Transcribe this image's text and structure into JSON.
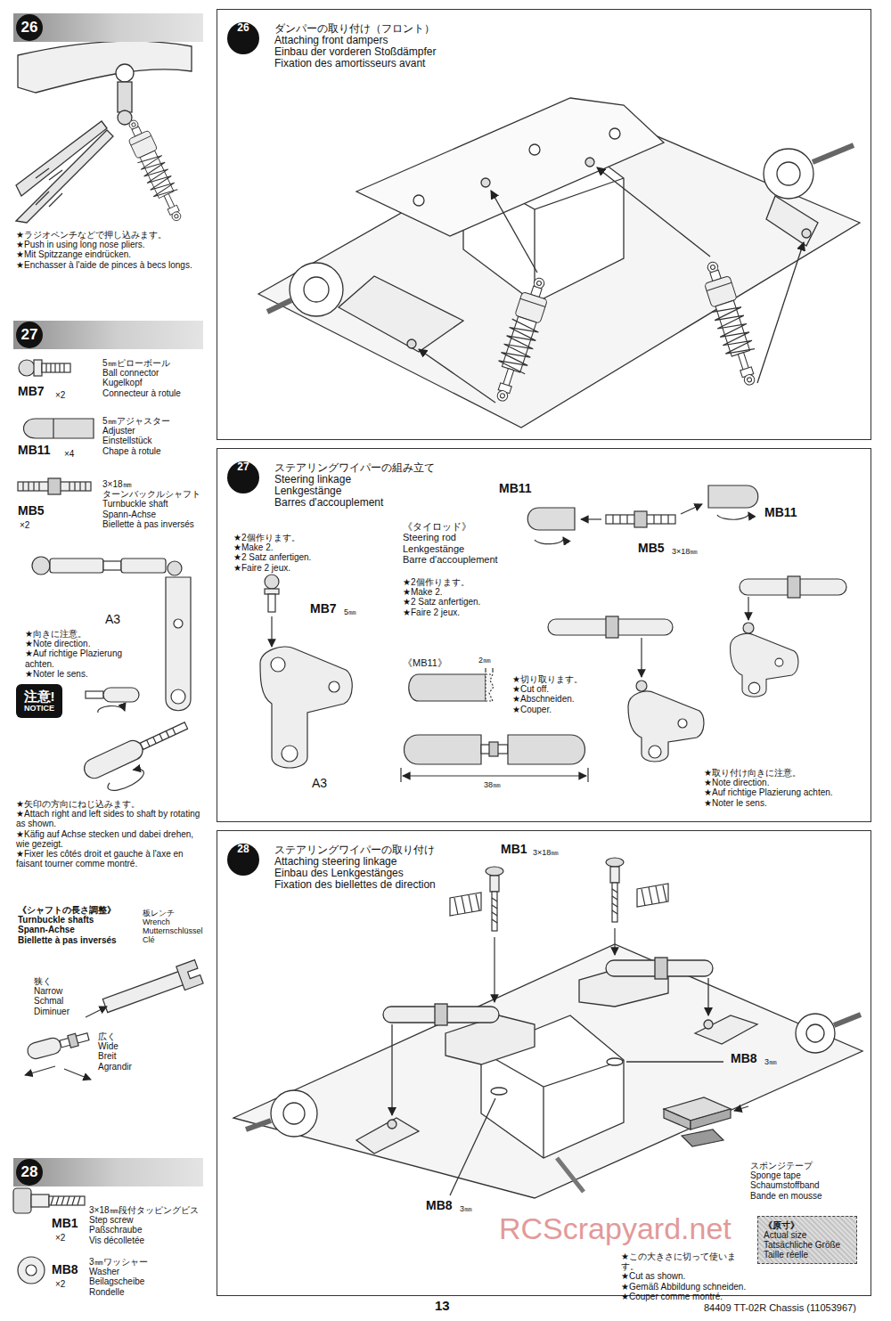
{
  "diagram": {
    "nodes": [
      {
        "text": [
          "26"
        ]
      },
      {
        "text": [
          "26",
          "ダンパーの取り付け（フロント）",
          "Attaching front dampers",
          "Einbau der vorderen Stoßdämpfer",
          "Fixation des amortisseurs avant"
        ]
      },
      {
        "text": [
          "27"
        ]
      },
      {
        "text": [
          "注意!",
          "NOTICE"
        ]
      },
      {
        "text": [
          "28"
        ]
      },
      {
        "text": [
          "27",
          "ステアリングワイパーの組み立て",
          "Steering linkage",
          "Lenkgestänge",
          "Barres d'accouplement"
        ]
      },
      {
        "text": [
          "28",
          "ステアリングワイパーの取り付け",
          "Attaching steering linkage",
          "Einbau des Lenkgestänges",
          "Fixation des biellettes de direction"
        ]
      },
      {
        "text": [
          "《原寸》",
          "Actual size",
          "Tatsächliche Größe",
          "Taille réelle"
        ],
        "in": 6
      }
    ],
    "labels": [
      "★ラジオペンチなどで押し込みます。",
      "★Push in using long nose pliers.",
      "★Mit Spitzzange eindrücken.",
      "★Enchasser à l'aide de pinces à becs longs.",
      "MB7",
      "×2",
      "5㎜ピローボール",
      "Ball connector",
      "Kugelkopf",
      "Connecteur à rotule",
      "MB11",
      "×4",
      "5㎜アジャスター",
      "Adjuster",
      "Einstellstück",
      "Chape à rotule",
      "MB5",
      "×2",
      "3×18㎜",
      "ターンバックルシャフト",
      "Turnbuckle shaft",
      "Spann-Achse",
      "Biellette à pas inversés",
      "A3",
      "★向きに注意。",
      "★Note direction.",
      "★Auf richtige Plazierung achten.",
      "★Noter le sens.",
      "★矢印の方向にねじ込みます。",
      "★Attach right and left sides to shaft by rotating as shown.",
      "★Käfig auf Achse stecken und dabei drehen, wie gezeigt.",
      "★Fixer les côtés droit et gauche à l'axe en faisant tourner comme montré.",
      "《シャフトの長さ調整》",
      "Turnbuckle shafts",
      "Spann-Achse",
      "Biellette à pas inversés",
      "板レンチ",
      "Wrench",
      "Mutternschlüssel",
      "Clé",
      "狭く",
      "Narrow",
      "Schmal",
      "Diminuer",
      "広く",
      "Wide",
      "Breit",
      "Agrandir",
      "MB1",
      "×2",
      "3×18㎜段付タッピングビス",
      "Step screw",
      "Paßschraube",
      "Vis décolletée",
      "MB8",
      "×2",
      "3㎜ワッシャー",
      "Washer",
      "Beilagscheibe",
      "Rondelle",
      "★2個作ります。",
      "★Make 2.",
      "★2 Satz anfertigen.",
      "★Faire 2 jeux.",
      "MB7",
      "5㎜",
      "A3",
      "《タイロッド》",
      "Steering rod",
      "Lenkgestänge",
      "Barre d'accouplement",
      "★2個作ります。",
      "★Make 2.",
      "★2 Satz anfertigen.",
      "★Faire 2 jeux.",
      "MB11",
      "MB11",
      "MB5",
      "3×18㎜",
      "《MB11》",
      "2㎜",
      "★切り取ります。",
      "★Cut off.",
      "★Abschneiden.",
      "★Couper.",
      "38㎜",
      "★取り付け向きに注意。",
      "★Note direction.",
      "★Auf richtige Plazierung achten.",
      "★Noter le sens.",
      "MB1",
      "3×18㎜",
      "MB8",
      "3㎜",
      "MB8",
      "3㎜",
      "スポンジテープ",
      "Sponge tape",
      "Schaumstoffband",
      "Bande en mousse",
      "★この大きさに切って使います。",
      "★Cut as shown.",
      "★Gemäß Abbildung schneiden.",
      "★Couper comme montré.",
      "13",
      "84409 TT-02R Chassis (11053967)",
      "RCScrapyard.net"
    ]
  }
}
